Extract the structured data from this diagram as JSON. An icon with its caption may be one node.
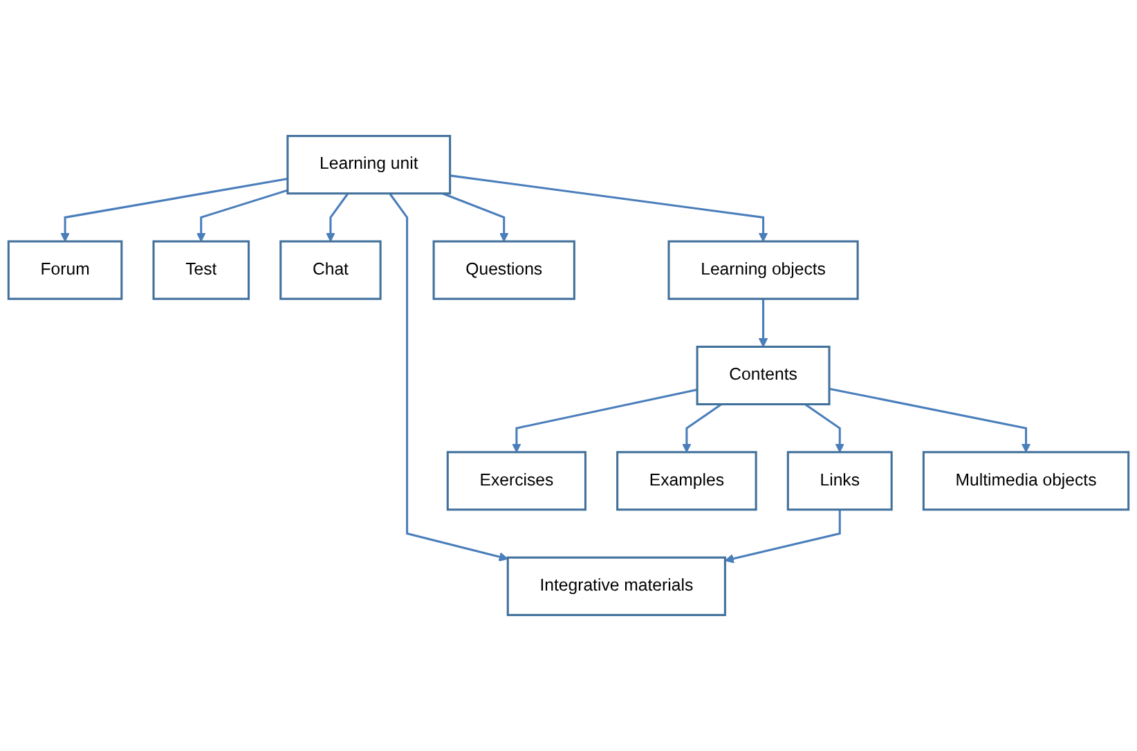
{
  "diagram": {
    "nodes": [
      {
        "text": [
          "Learning unit"
        ]
      },
      {
        "text": [
          "Forum"
        ]
      },
      {
        "text": [
          "Chat"
        ]
      },
      {
        "text": [
          "Questions"
        ]
      },
      {
        "text": [
          "Learning objects"
        ]
      },
      {
        "text": [
          "Contents"
        ]
      },
      {
        "text": [
          "Exercises"
        ]
      },
      {
        "text": [
          "Examples"
        ]
      },
      {
        "text": [
          "Links"
        ]
      },
      {
        "text": [
          "Multimedia objects"
        ]
      },
      {
        "text": [
          "Test"
        ]
      },
      {
        "text": [
          "Integrative materials"
        ]
      }
    ],
    "edges": [
      {
        "from": 0,
        "to": 1,
        "arrow": "to"
      },
      {
        "from": 0,
        "to": 10,
        "arrow": "to"
      },
      {
        "from": 0,
        "to": 2,
        "arrow": "to"
      },
      {
        "from": 0,
        "to": 11,
        "arrow": "to"
      },
      {
        "from": 0,
        "to": 3,
        "arrow": "to"
      },
      {
        "from": 0,
        "to": 4,
        "arrow": "to"
      },
      {
        "from": 4,
        "to": 5,
        "arrow": "to"
      },
      {
        "from": 5,
        "to": 6,
        "arrow": "to"
      },
      {
        "from": 5,
        "to": 7,
        "arrow": "to"
      },
      {
        "from": 5,
        "to": 8,
        "arrow": "to"
      },
      {
        "from": 5,
        "to": 9,
        "arrow": "to"
      },
      {
        "from": 8,
        "to": 11,
        "arrow": "to"
      }
    ]
  }
}
